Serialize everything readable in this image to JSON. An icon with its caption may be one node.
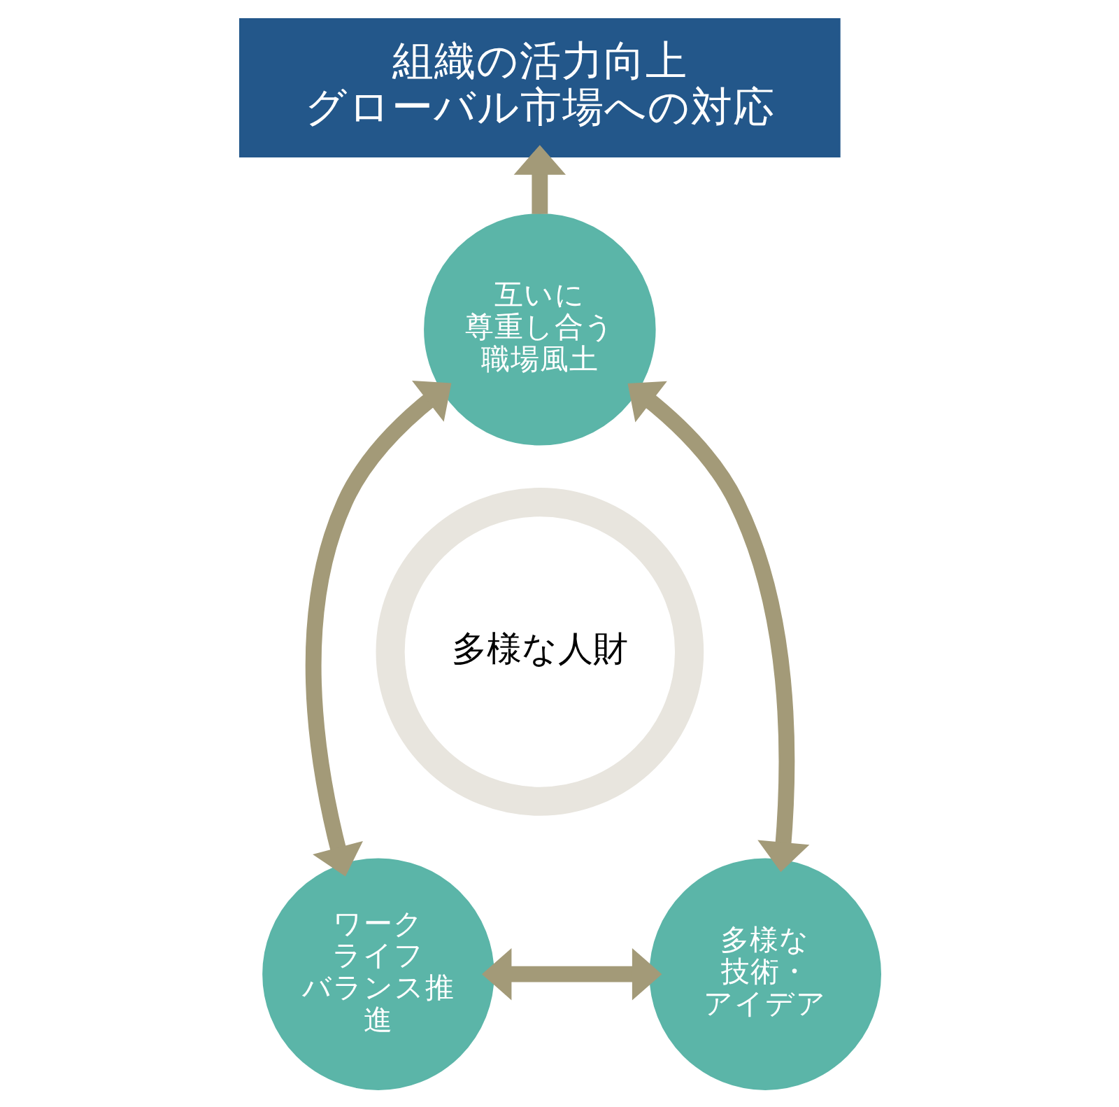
{
  "diagram": {
    "nodes": [
      {
        "text": [
          "組織の活力向上",
          "グローバル市場への対応"
        ]
      },
      {
        "text": [
          "多様な人財"
        ]
      },
      {
        "text": [
          "互いに尊重し合う職場風土"
        ]
      },
      {
        "text": [
          "ワークライフバランス推進"
        ]
      },
      {
        "text": [
          "多様な技術・アイデア"
        ]
      }
    ],
    "edges": [
      {
        "from": 2,
        "to": 0,
        "arrow": "to"
      },
      {
        "from": 2,
        "to": 3,
        "arrow": "both"
      },
      {
        "from": 2,
        "to": 4,
        "arrow": "both"
      },
      {
        "from": 3,
        "to": 4,
        "arrow": "both"
      }
    ]
  }
}
